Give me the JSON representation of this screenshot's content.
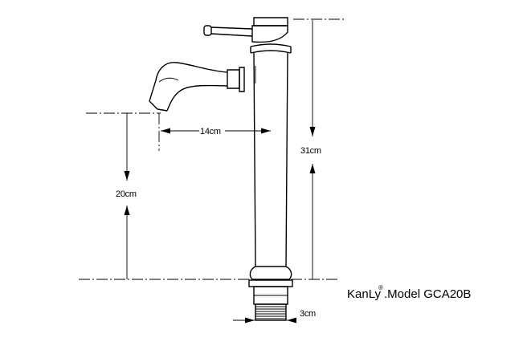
{
  "dimensions": {
    "spout_reach": "14cm",
    "total_height": "31cm",
    "spout_height": "20cm",
    "thread_width": "3cm"
  },
  "brand": {
    "name": "KanLy",
    "registered_mark": "®",
    "model": ".Model GCA20B"
  }
}
